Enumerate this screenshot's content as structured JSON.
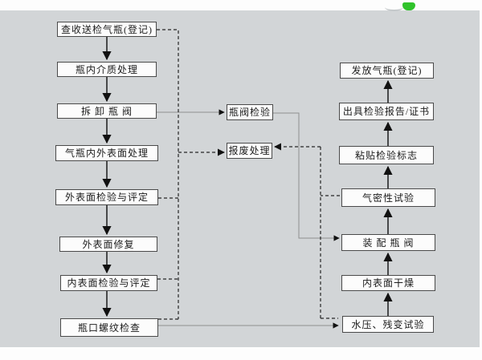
{
  "meta": {
    "description": "Gas cylinder periodic inspection process flowchart",
    "background_color": "#d2d5d7",
    "box_background": "#fcfcfc",
    "box_border_color": "#4a4a4a",
    "flow_arrow_color": "#1a1a1a",
    "routing_line_color": "#8f8f8f",
    "dashed_line_color": "#262626",
    "logo_color": "#30c32b"
  },
  "flowchart": {
    "left_column": [
      {
        "label": "查收送检气瓶(登记)"
      },
      {
        "label": "瓶内介质处理"
      },
      {
        "label": "拆 卸 瓶 阀"
      },
      {
        "label": "气瓶内外表面处理"
      },
      {
        "label": "外表面检验与评定"
      },
      {
        "label": "外表面修复"
      },
      {
        "label": "内表面检验与评定"
      },
      {
        "label": "瓶口螺纹检查"
      }
    ],
    "middle_column": [
      {
        "label": "瓶阀检验"
      },
      {
        "label": "报废处理"
      }
    ],
    "right_column": [
      {
        "label": "发放气瓶(登记)"
      },
      {
        "label": "出具检验报告/证书"
      },
      {
        "label": "粘贴检验标志"
      },
      {
        "label": "气密性试验"
      },
      {
        "label": "装 配 瓶 阀"
      },
      {
        "label": "内表面干燥"
      },
      {
        "label": "水压、残变试验"
      }
    ]
  }
}
